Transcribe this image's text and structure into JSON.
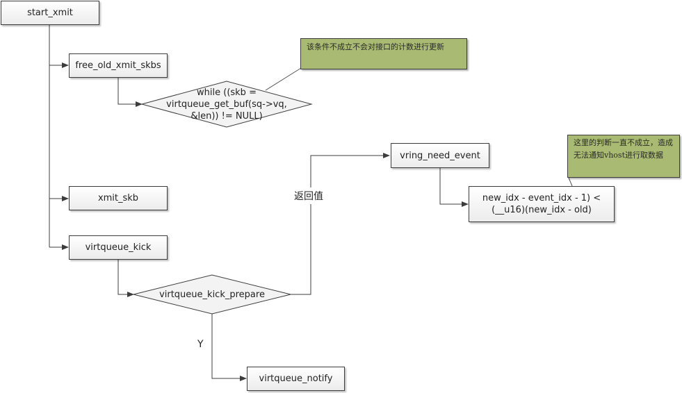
{
  "diagram": {
    "nodes": {
      "start_xmit": "start_xmit",
      "free_old_xmit_skbs": "free_old_xmit_skbs",
      "while_cond": "while ((skb =\nvirtqueue_get_buf(sq->vq,\n&len)) != NULL)",
      "xmit_skb": "xmit_skb",
      "virtqueue_kick": "virtqueue_kick",
      "virtqueue_kick_prepare": "virtqueue_kick_prepare",
      "virtqueue_notify": "virtqueue_notify",
      "vring_need_event": "vring_need_event",
      "need_event_expr": "new_idx - event_idx - 1) <\n(__u16)(new_idx - old)"
    },
    "notes": {
      "while_note": "该条件不成立不会对接口的计数进行更新",
      "expr_note": "这里的判断一直不成立，造成无法通知vhost进行取数据"
    },
    "edge_labels": {
      "return_value": "返回值",
      "yes": "Y"
    },
    "colors": {
      "note_fill": "#a9bb72",
      "line": "#3c3c3c"
    }
  }
}
